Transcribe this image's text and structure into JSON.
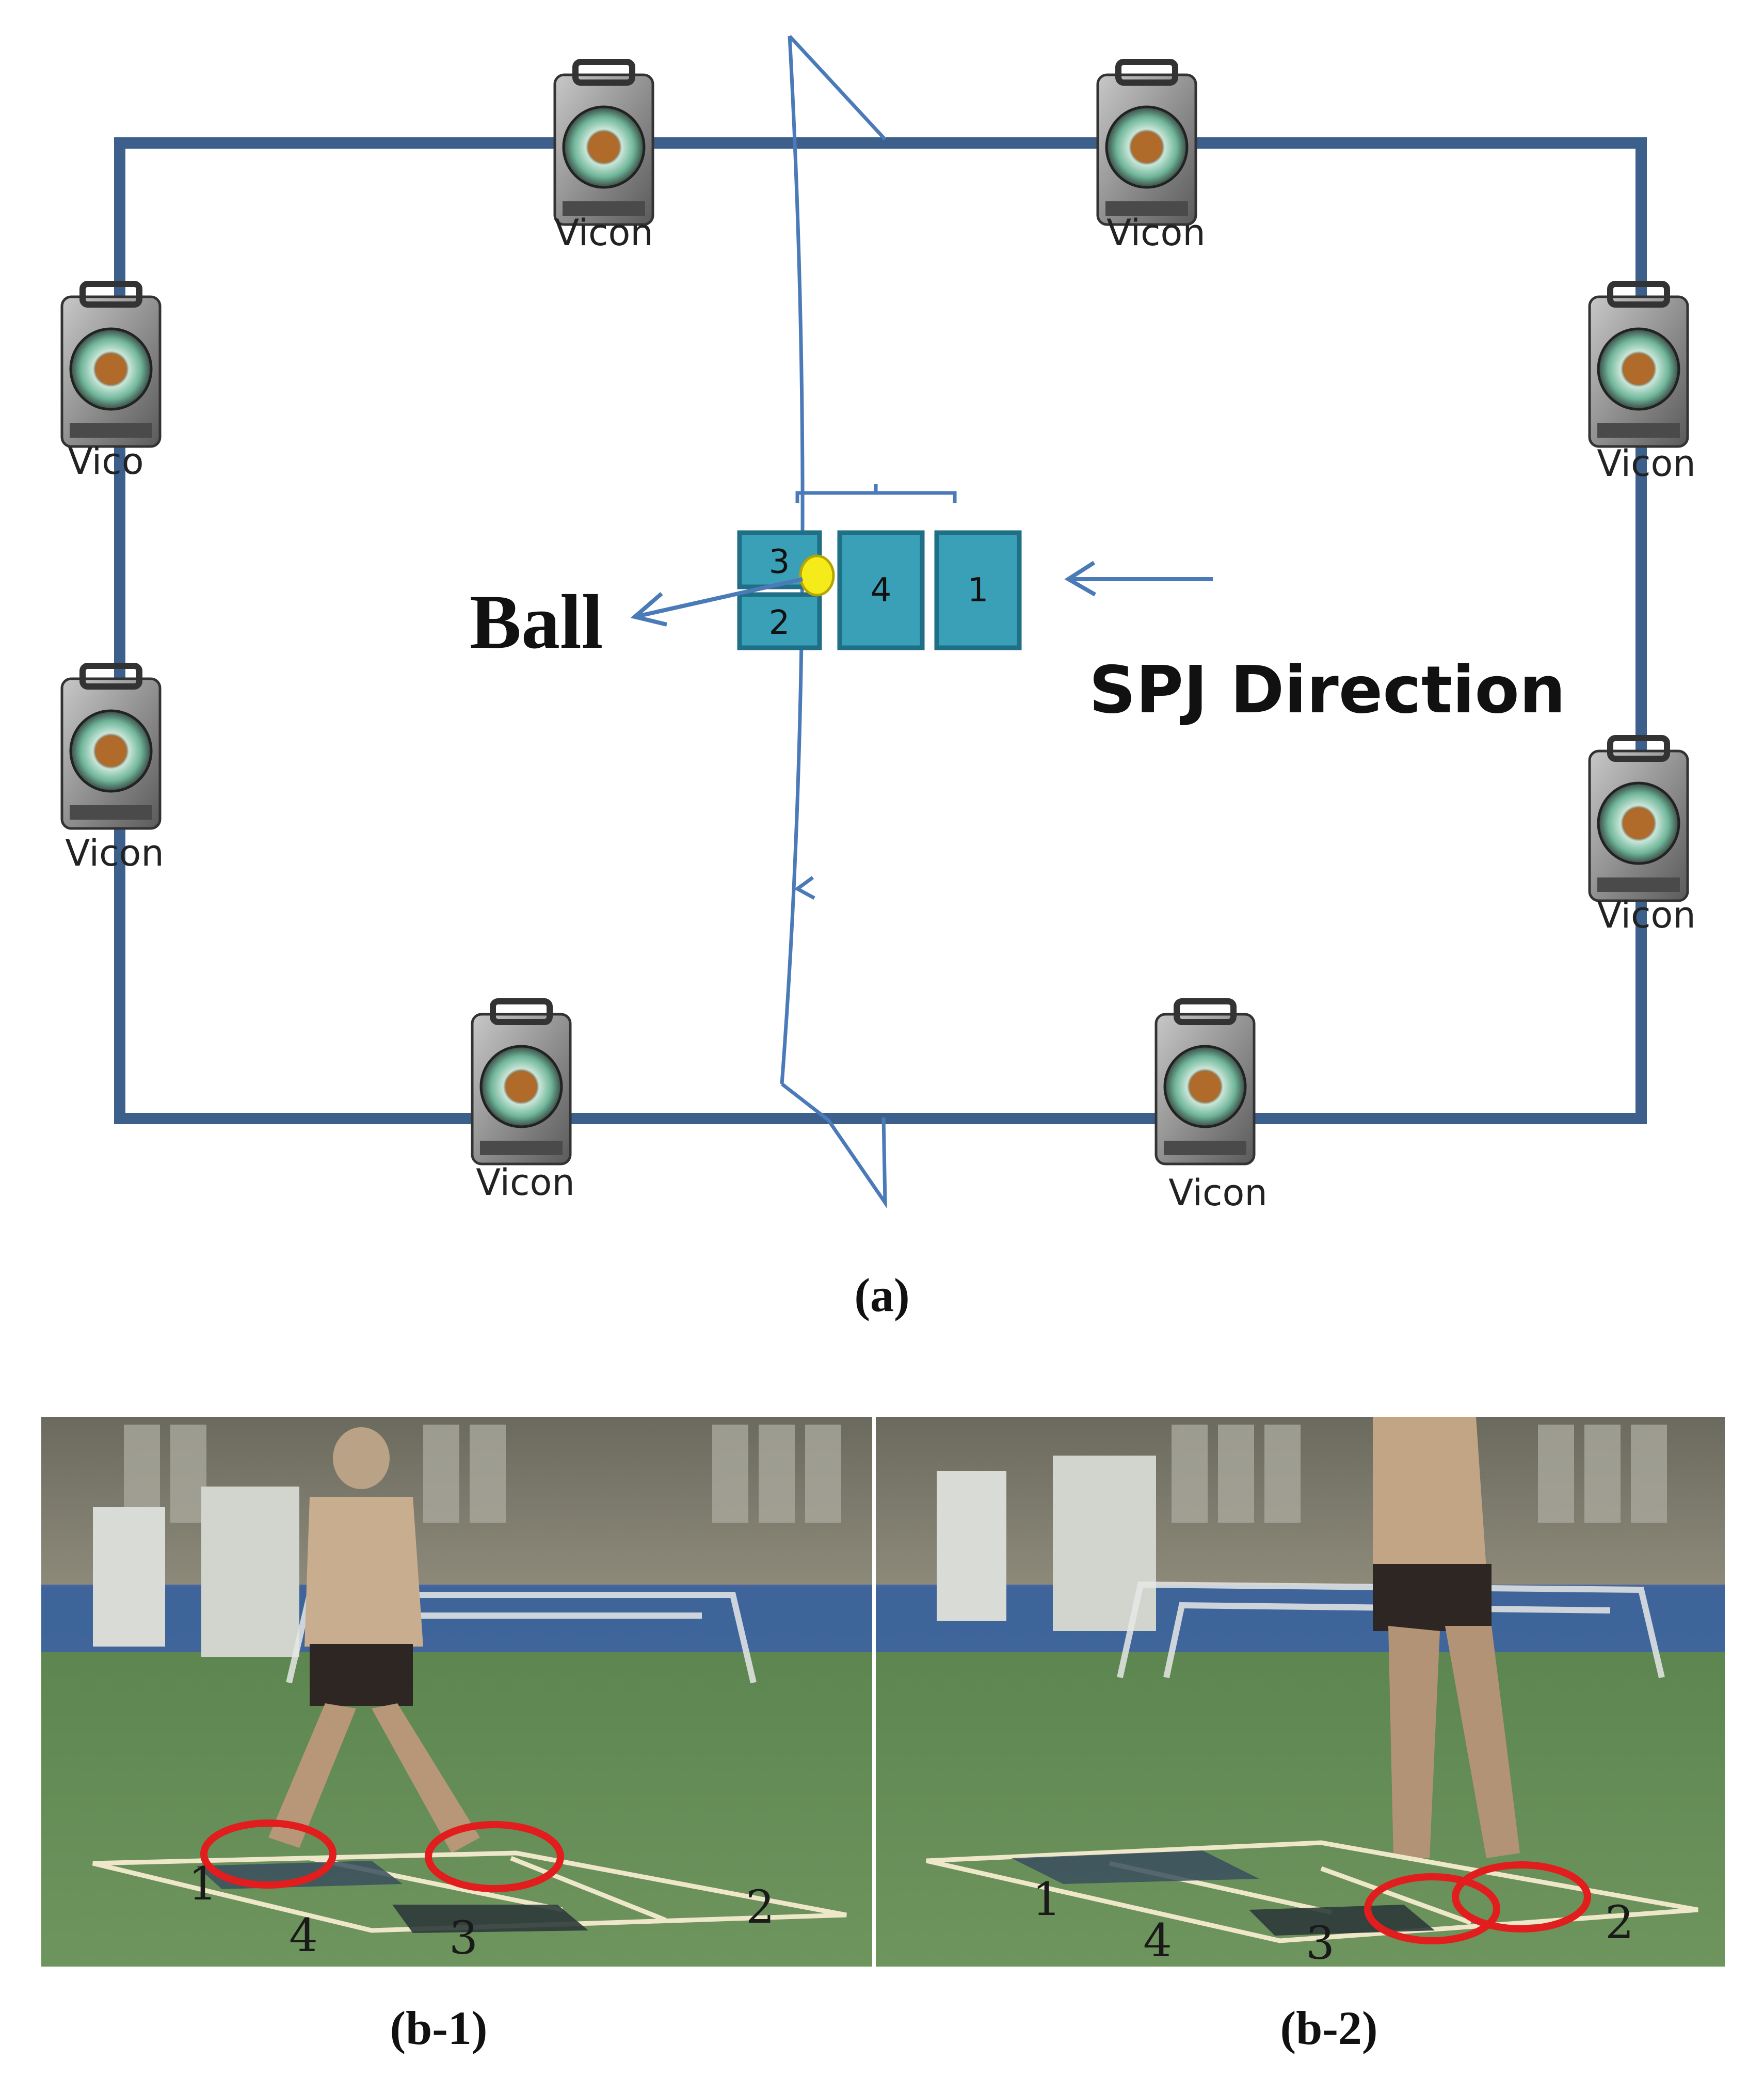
{
  "panel_a": {
    "label": "(a)",
    "cameras": [
      {
        "label": "Vicon"
      },
      {
        "label": "Vicon"
      },
      {
        "label": "Vico"
      },
      {
        "label": "Vicon"
      },
      {
        "label": "Vicon"
      },
      {
        "label": "Vicon"
      },
      {
        "label": "Vicon"
      },
      {
        "label": "Vicon"
      }
    ],
    "plates": [
      "3",
      "2",
      "4",
      "1"
    ],
    "ball_label": "Ball",
    "direction_label": "SPJ Direction",
    "colors": {
      "boundary": "#3d5f8c",
      "plate_fill": "#3aa0b8",
      "plate_edge": "#1f6f86",
      "ball": "#f5ea1a",
      "arrow": "#4a7ab8"
    }
  },
  "panel_b1": {
    "label": "(b-1)",
    "plate_numbers": [
      "1",
      "4",
      "3",
      "2"
    ]
  },
  "panel_b2": {
    "label": "(b-2)",
    "plate_numbers": [
      "1",
      "4",
      "3",
      "2"
    ]
  }
}
